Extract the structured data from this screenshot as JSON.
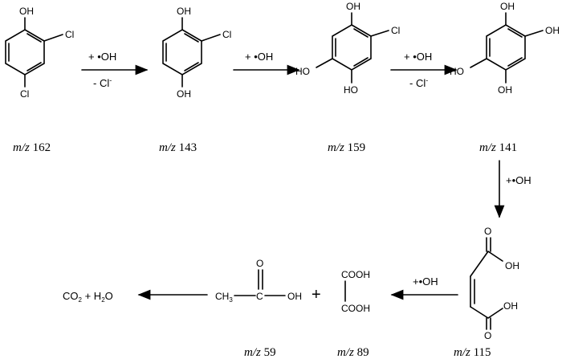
{
  "molecules": [
    {
      "id": "dcp",
      "mz": "162",
      "atoms": {
        "oh": "OH",
        "cl1": "Cl",
        "cl2": "Cl"
      }
    },
    {
      "id": "chq",
      "mz": "143",
      "atoms": {
        "oh1": "OH",
        "cl": "Cl",
        "oh2": "OH"
      }
    },
    {
      "id": "chq2",
      "mz": "159",
      "atoms": {
        "oh1": "OH",
        "cl": "Cl",
        "oh2": "HO",
        "oh3": "HO"
      }
    },
    {
      "id": "thb",
      "mz": "141",
      "atoms": {
        "oh1": "OH",
        "oh2": "OH",
        "oh3": "HO",
        "oh4": "OH"
      }
    },
    {
      "id": "maleic",
      "mz": "115",
      "atoms": {
        "o1": "O",
        "oh1": "OH",
        "oh2": "OH",
        "o2": "O"
      }
    },
    {
      "id": "oxalic",
      "mz": "89",
      "atoms": {
        "c1": "COOH",
        "c2": "COOH"
      }
    },
    {
      "id": "acetic",
      "mz": "59",
      "atoms": {
        "ch3": "CH",
        "sub3": "3",
        "c": "C",
        "o": "O",
        "oh": "OH"
      }
    }
  ],
  "mz_prefix": "m/z",
  "arrows": {
    "a1": {
      "top": "+ •OH",
      "bottom": "- Cl"
    },
    "a2": {
      "top": "+ •OH"
    },
    "a3": {
      "top": "+ •OH",
      "bottom": "- Cl"
    },
    "a4": {
      "top": "+•OH"
    },
    "a5": {
      "top": "+•OH"
    }
  },
  "plus": "+",
  "final": {
    "co2": "CO",
    "co2_sub": "2",
    "plus": "+",
    "h2o_h": "H",
    "h2o_sub": "2",
    "h2o_o": "O"
  }
}
